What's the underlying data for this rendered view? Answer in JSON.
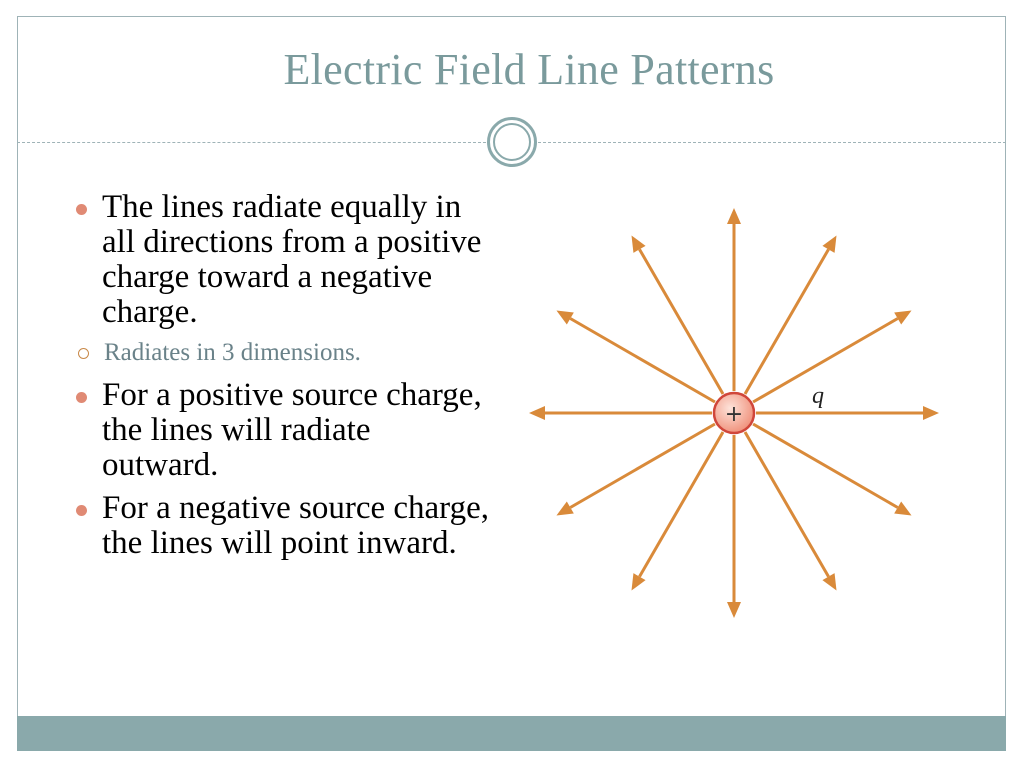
{
  "slide": {
    "title": "Electric Field Line Patterns",
    "bullets": [
      "The lines radiate equally in all directions from a positive charge toward a negative charge.",
      "For a positive source charge, the lines will radiate outward.",
      "For a negative source charge, the lines will point inward."
    ],
    "sub_bullet": "Radiates in 3 dimensions."
  },
  "diagram": {
    "charge_sign": "+",
    "charge_label": "q",
    "field_line_count": 12,
    "colors": {
      "field_line": "#d98a3a",
      "charge_fill": "#f3a592",
      "charge_stroke": "#d0463a"
    }
  },
  "theme": {
    "accent": "#8aa9ab",
    "title_color": "#7a9a9c",
    "bullet_dot": "#e08a74"
  }
}
